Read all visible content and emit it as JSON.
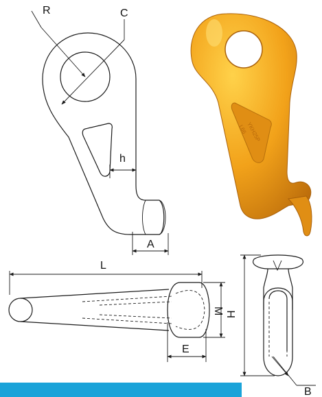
{
  "labels": {
    "R": "R",
    "C": "C",
    "h": "h",
    "A": "A",
    "L": "L",
    "M": "M",
    "E": "E",
    "H": "H",
    "B": "B"
  },
  "colors": {
    "hook_yellow": "#f2a21a",
    "hook_shadow": "#c97a0a",
    "accent_bar": "#1aa3d9",
    "line": "#1a1a1a"
  }
}
